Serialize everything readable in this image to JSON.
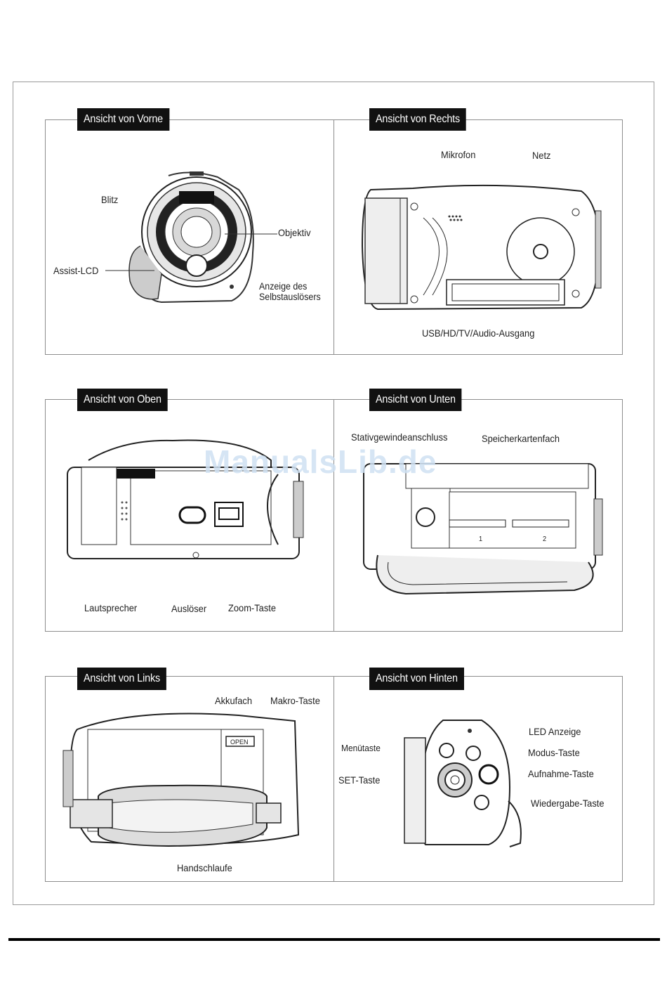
{
  "watermark": "ManualsLib.de",
  "panels": {
    "front": {
      "title": "Ansicht von Vorne",
      "labels": {
        "blitz": "Blitz",
        "assist_lcd": "Assist-LCD",
        "objektiv": "Objektiv",
        "anzeige": "Anzeige des Selbstauslösers"
      }
    },
    "right": {
      "title": "Ansicht von Rechts",
      "labels": {
        "mikrofon": "Mikrofon",
        "netz": "Netz",
        "usb": "USB/HD/TV/Audio-Ausgang"
      }
    },
    "top": {
      "title": "Ansicht von Oben",
      "labels": {
        "lautsprecher": "Lautsprecher",
        "ausloeser": "Auslöser",
        "zoom": "Zoom-Taste"
      }
    },
    "bottom": {
      "title": "Ansicht von Unten",
      "labels": {
        "stativ": "Stativgewindeanschluss",
        "speicher": "Speicherkartenfach",
        "slot1": "1",
        "slot2": "2"
      }
    },
    "left": {
      "title": "Ansicht von Links",
      "labels": {
        "akkufach": "Akkufach",
        "makro": "Makro-Taste",
        "handschlaufe": "Handschlaufe",
        "open": "OPEN"
      }
    },
    "back": {
      "title": "Ansicht von Hinten",
      "labels": {
        "menue": "Menütaste",
        "set": "SET-Taste",
        "led": "LED Anzeige",
        "modus": "Modus-Taste",
        "aufnahme": "Aufnahme-Taste",
        "wiedergabe": "Wiedergabe-Taste"
      }
    }
  }
}
